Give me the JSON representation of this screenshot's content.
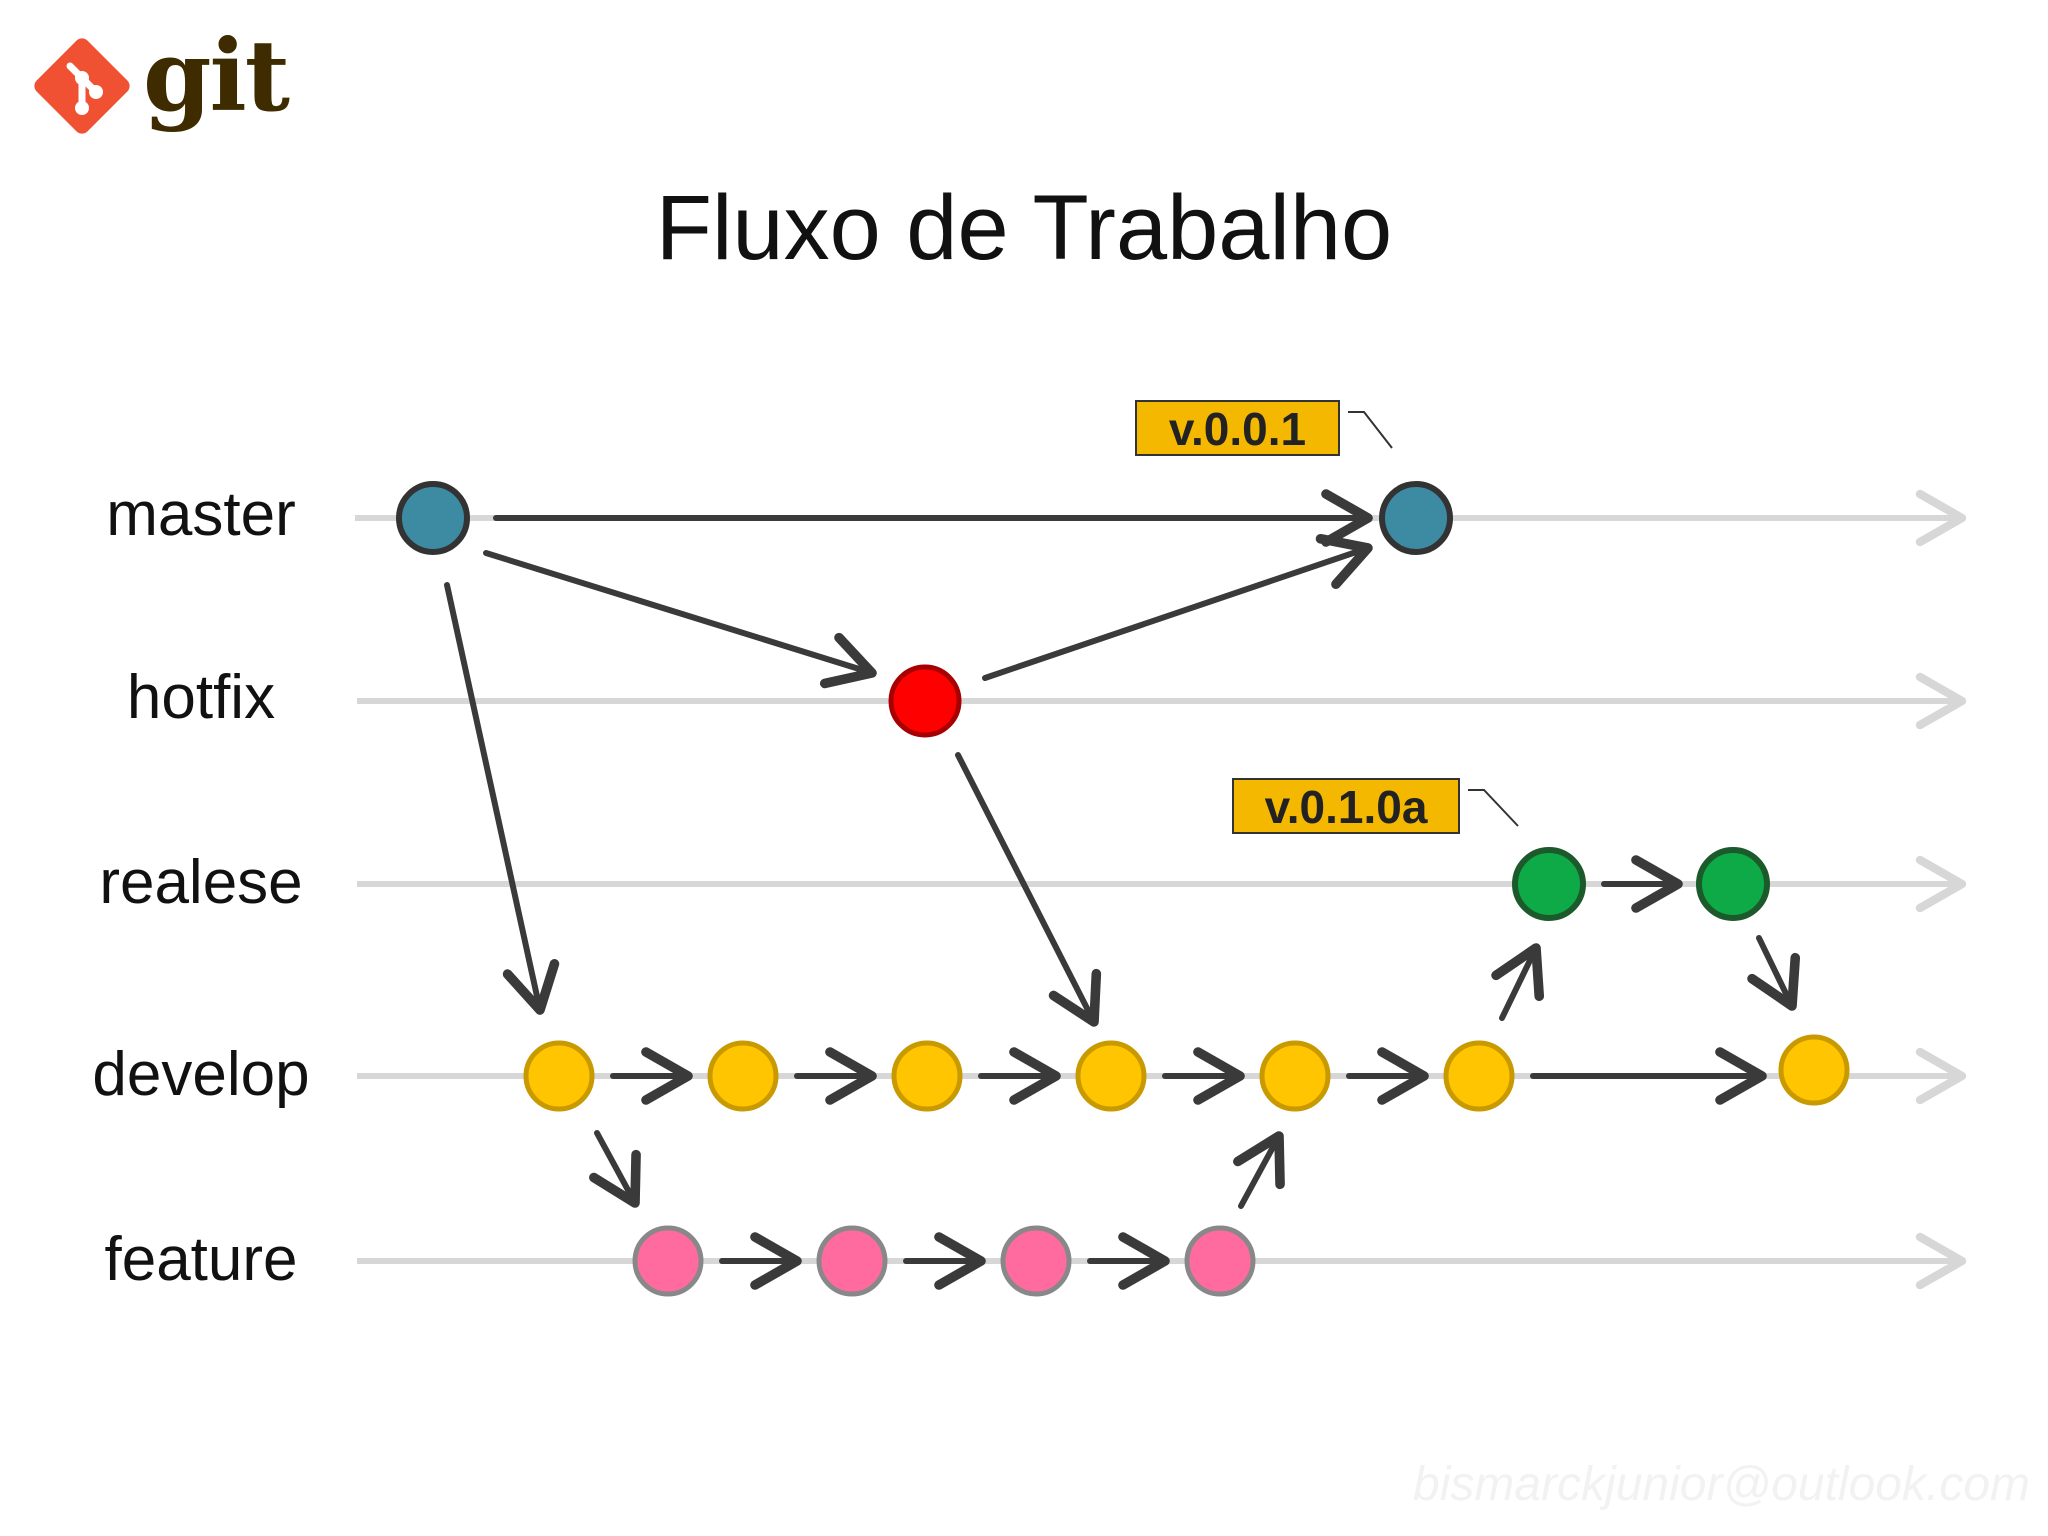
{
  "logo": {
    "text": "git",
    "icon": "git-diamond-icon",
    "color": "#f05133"
  },
  "title": "Fluxo de Trabalho",
  "branches": [
    {
      "id": "master",
      "label": "master"
    },
    {
      "id": "hotfix",
      "label": "hotfix"
    },
    {
      "id": "realese",
      "label": "realese"
    },
    {
      "id": "develop",
      "label": "develop"
    },
    {
      "id": "feature",
      "label": "feature"
    }
  ],
  "tags": [
    {
      "id": "tag-master",
      "label": "v.0.0.1",
      "color": "#f5b800"
    },
    {
      "id": "tag-release",
      "label": "v.0.1.0a",
      "color": "#f5b800"
    }
  ],
  "colors": {
    "master": "#3d8aa3",
    "hotfix": "#ff0000",
    "realese": "#0faa48",
    "develop": "#ffc500",
    "feature": "#ff6b9e",
    "lane": "#d7d7d7",
    "arrow": "#3a3a3a"
  },
  "commits": {
    "master": 2,
    "hotfix": 1,
    "realese": 2,
    "develop": 7,
    "feature": 4
  },
  "watermark": "bismarckjunior@outlook.com"
}
